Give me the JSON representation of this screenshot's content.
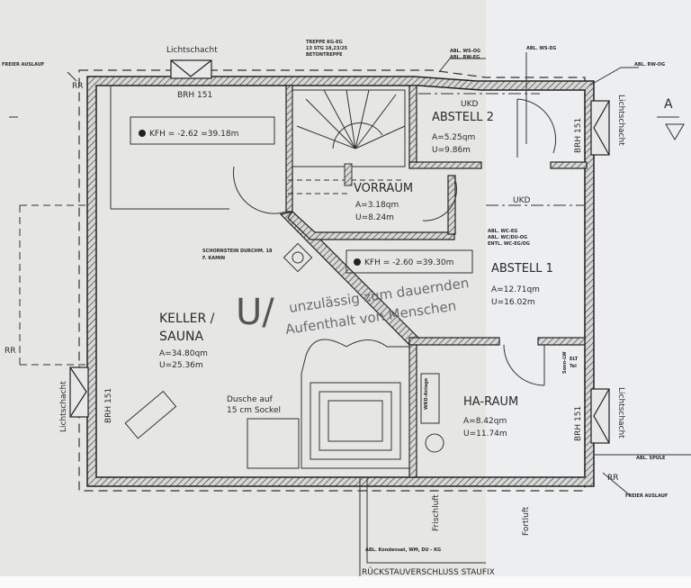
{
  "plan": {
    "lightwells": [
      "Lichtschacht",
      "Lichtschacht",
      "Lichtschacht",
      "Lichtschacht"
    ],
    "free_outlet": [
      "FREIER AUSLAUF",
      "FREIER AUSLAUF"
    ],
    "rr": [
      "RR",
      "RR",
      "RR"
    ],
    "stair_note": [
      "TREPPE KG-EG",
      "13 STG 18,23/25",
      "BETONTREPPE"
    ],
    "pipe_notes": {
      "top1": [
        "ABL. WS-OG",
        "ABL. RW-EG"
      ],
      "top2": "ABL. WS-EG",
      "top3": "ABL. RW-OG",
      "mid": [
        "ABL. WC-EG",
        "ABL. WC/DU-OG",
        "ENTL. WC-EG/OG"
      ],
      "spuele": "ABL. SPÜLE",
      "bottom": "ABL. Kondensat, WM, DU - KG",
      "backflow": "RÜCKSTAUVERSCHLUSS STAUFIX",
      "chimney": [
        "SCHORNSTEIN DURCHM. 18",
        "F. KAMIN"
      ]
    },
    "brh": [
      "BRH 151",
      "BRH 151",
      "BRH 151",
      "BRH 151"
    ],
    "kfh": [
      "KFH = -2.62 =39.18m",
      "KFH = -2.60 =39.30m"
    ],
    "ukd": [
      "UKD",
      "UKD"
    ],
    "section_marker": "A",
    "rooms": [
      {
        "name": "KELLER /",
        "name2": "SAUNA",
        "area": "A=34.80qm",
        "perimeter": "U=25.36m"
      },
      {
        "name": "VORRAUM",
        "area": "A=3.18qm",
        "perimeter": "U=8.24m"
      },
      {
        "name": "ABSTELL 2",
        "area": "A=5.25qm",
        "perimeter": "U=9.86m"
      },
      {
        "name": "ABSTELL 1",
        "area": "A=12.71qm",
        "perimeter": "U=16.02m"
      },
      {
        "name": "HA-RAUM",
        "area": "A=8.42qm",
        "perimeter": "U=11.74m"
      }
    ],
    "shower": [
      "Dusche auf",
      "15 cm Sockel"
    ],
    "ha_devices": [
      "WRD-Anlage",
      "Sonn-LW",
      "ELT",
      "Tel"
    ],
    "air": [
      "Frischluft",
      "Fortluft"
    ],
    "stamp": {
      "letter": "U/",
      "line1": "unzulässig zum dauernden",
      "line2": "Aufenthalt von Menschen"
    }
  }
}
